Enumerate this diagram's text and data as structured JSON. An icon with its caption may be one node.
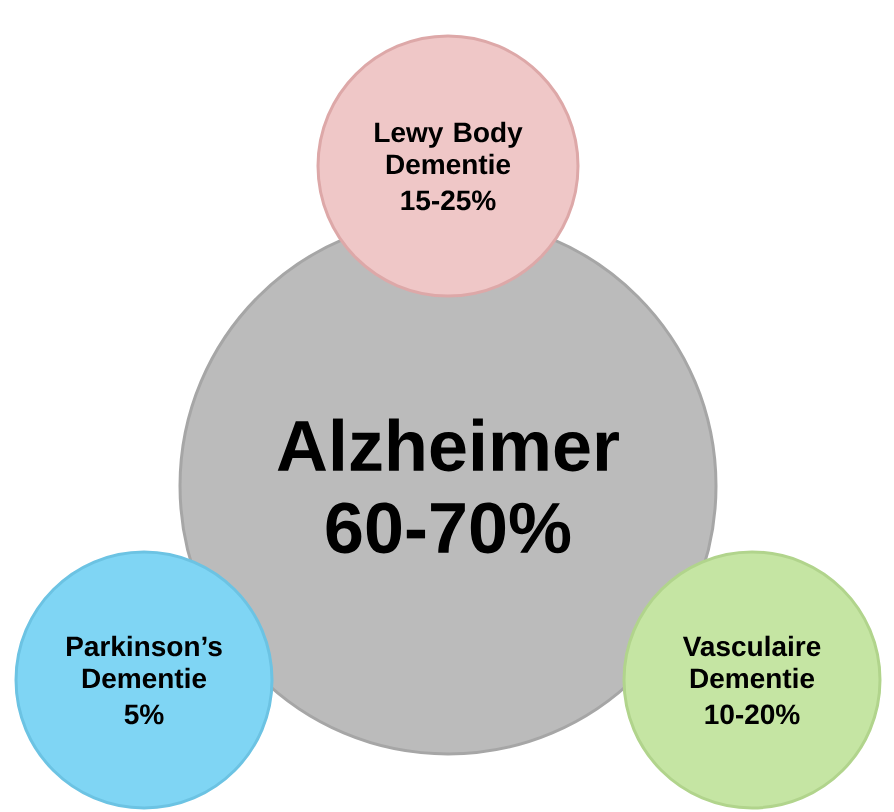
{
  "diagram": {
    "nodes": [
      {
        "text": [
          "Alzheimer",
          "60-70%"
        ]
      },
      {
        "text": [
          "Lewy Body Dementie",
          "15-25%"
        ]
      },
      {
        "text": [
          "Parkinson’s Dementie",
          "5%"
        ]
      },
      {
        "text": [
          "Vasculaire Dementie",
          "10-20%"
        ]
      }
    ]
  }
}
